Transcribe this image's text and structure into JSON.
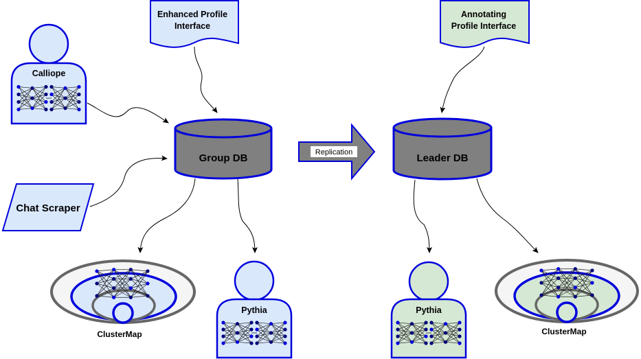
{
  "colors": {
    "stroke_blue": "#0000dd",
    "fill_blue": "#dae8fc",
    "fill_green": "#d5e8d4",
    "db_fill": "#808080",
    "gray_ring": "#666666",
    "light_gray_fill": "#f5f5f5",
    "node_dark": "#00007a"
  },
  "documents": {
    "enhanced": "Enhanced Profile\nInterface",
    "annotating": "Annotating\nProfile Interface"
  },
  "actors": {
    "calliope": "Calliope",
    "pythia_left": "Pythia",
    "pythia_right": "Pythia"
  },
  "databases": {
    "group": "Group DB",
    "leader": "Leader DB"
  },
  "inputs": {
    "chat_scraper": "Chat Scraper"
  },
  "arrow": {
    "replication": "Replication"
  },
  "clustermaps": {
    "left": "ClusterMap",
    "right": "ClusterMap"
  },
  "icons": [
    "document-icon",
    "person-icon",
    "neural-net-icon",
    "database-icon",
    "parallelogram-icon",
    "block-arrow-icon",
    "clustermap-icon"
  ]
}
